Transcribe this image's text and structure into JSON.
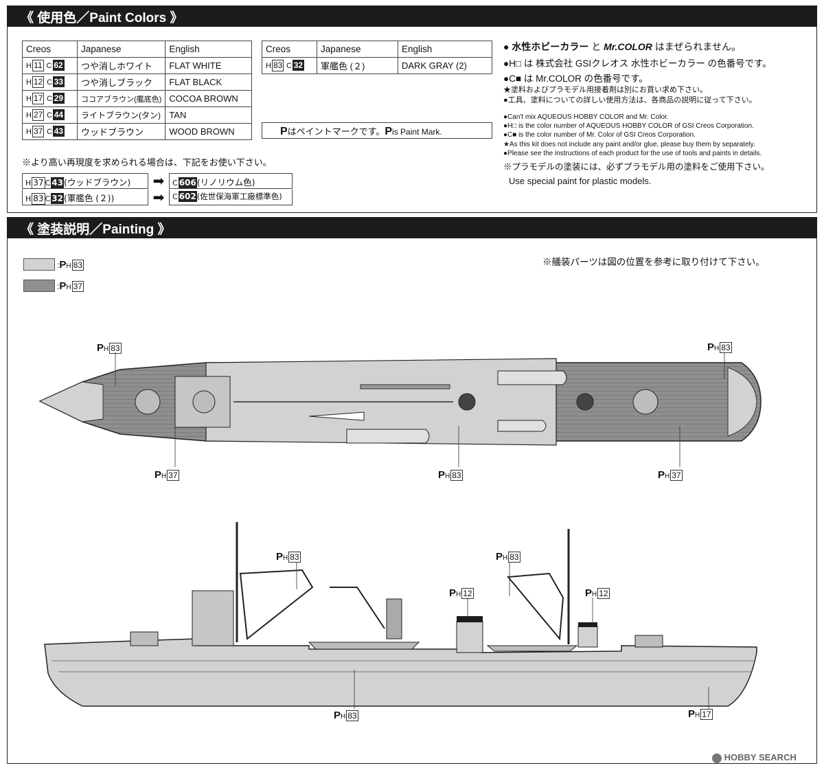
{
  "sections": {
    "paint_colors_title": "《 使用色／Paint Colors 》",
    "painting_title": "《 塗装説明／Painting 》"
  },
  "table_headers": {
    "creos": "Creos",
    "japanese": "Japanese",
    "english": "English"
  },
  "colors_left": [
    {
      "h": "11",
      "c": "62",
      "ja": "つや消しホワイト",
      "en": "FLAT WHITE"
    },
    {
      "h": "12",
      "c": "33",
      "ja": "つや消しブラック",
      "en": "FLAT BLACK"
    },
    {
      "h": "17",
      "c": "29",
      "ja": "ココアブラウン(艦底色)",
      "en": "COCOA BROWN"
    },
    {
      "h": "27",
      "c": "44",
      "ja": "ライトブラウン(タン)",
      "en": "TAN"
    },
    {
      "h": "37",
      "c": "43",
      "ja": "ウッドブラウン",
      "en": "WOOD BROWN"
    }
  ],
  "colors_right": [
    {
      "h": "83",
      "c": "32",
      "ja": "軍艦色 (２)",
      "en": "DARK GRAY (2)"
    }
  ],
  "paint_mark_note": "はペイントマークです。",
  "paint_mark_note_en": "is Paint Mark.",
  "substitution": {
    "intro": "※より高い再現度を求められる場合は、下記をお使い下さい。",
    "rows": [
      {
        "h": "37",
        "c": "43",
        "from": "(ウッドブラウン)",
        "to_c": "606",
        "to": "(リノリウム色)"
      },
      {
        "h": "83",
        "c": "32",
        "from": "(軍艦色 (２))",
        "to_c": "602",
        "to": "(佐世保海軍工廠標準色)"
      }
    ]
  },
  "notes_ja": {
    "n1a": "水性ホビーカラー",
    "n1b": "と",
    "n1c": "Mr.COLOR",
    "n1d": "はまぜられません。",
    "n2": "は 株式会社 GSIクレオス 水性ホビーカラー の色番号です。",
    "n3": "は Mr.COLOR の色番号です。",
    "n4": "★塗料およびプラモデル用接着剤は別にお買い求め下さい。",
    "n5": "●工具、塗料についての詳しい使用方法は、各商品の説明に従って下さい。"
  },
  "notes_en": [
    "●Can't mix AQUEOUS HOBBY COLOR and Mr. Color.",
    "●H□ is the color number of AQUEOUS HOBBY COLOR of GSI Creos Corporation.",
    "●C■ is the color number of Mr. Color of GSI Creos Corporation.",
    "★As this kit does not include any paint and/or glue, please buy them by separately.",
    "●Please see the instructions of each product for the use of tools and paints in details."
  ],
  "plastic_note_ja": "※プラモデルの塗装には、必ずプラモデル用の塗料をご使用下さい。",
  "plastic_note_en": "Use special paint for plastic models.",
  "legend": [
    {
      "color": "#d2d2d2",
      "code": "83"
    },
    {
      "color": "#8f8f8f",
      "code": "37"
    }
  ],
  "fitting_note": "※艤装パーツは図の位置を参考に取り付けて下さい。",
  "top_view_callouts": {
    "bow_left": "83",
    "stern_right": "83",
    "deck_left": "37",
    "center": "83",
    "deck_right": "37"
  },
  "side_view_callouts": {
    "crane_fwd": "83",
    "crane_aft": "83",
    "funnel": "12",
    "mast_aft": "12",
    "hull": "83",
    "bottom": "17"
  },
  "colors": {
    "hull_gray": "#d2d2d2",
    "wood": "#8f8f8f",
    "black": "#1c1c1c"
  },
  "watermark": "HOBBY SEARCH"
}
